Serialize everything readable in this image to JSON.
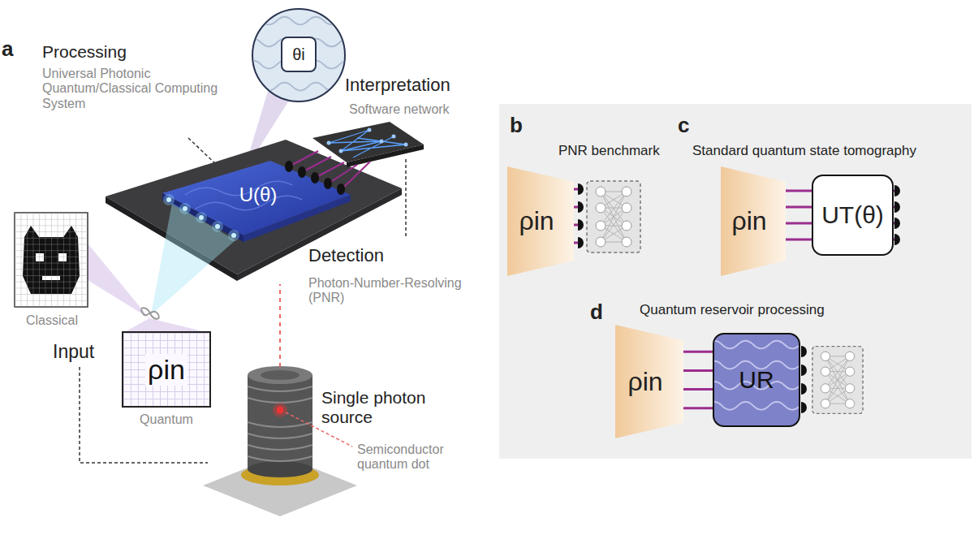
{
  "diagram": {
    "nodes": [
      {
        "text": [
          "θi"
        ]
      },
      {
        "text": [
          "U(θ)"
        ]
      },
      {
        "text": [
          "Classical"
        ]
      },
      {
        "text": [
          "ρin",
          "Quantum"
        ]
      },
      {
        "text": [
          "ρin"
        ]
      },
      {
        "text": [
          "ρin"
        ]
      },
      {
        "text": [
          "UT(θ)"
        ]
      },
      {
        "text": [
          "ρin"
        ]
      },
      {
        "text": [
          "UR"
        ]
      }
    ],
    "edges": [
      {
        "from": 5,
        "to": 6,
        "arrow": "none"
      },
      {
        "from": 7,
        "to": 8,
        "arrow": "none"
      }
    ],
    "labels": [
      "a",
      "Processing",
      "Universal Photonic Quantum/Classical Computing System",
      "Interpretation",
      "Software network",
      "Detection",
      "Photon-Number-Resolving (PNR)",
      "Input",
      "Single photon source",
      "Semiconductor quantum dot",
      "b",
      "PNR benchmark",
      "c",
      "Standard quantum state tomography",
      "d",
      "Quantum reservoir processing"
    ]
  }
}
